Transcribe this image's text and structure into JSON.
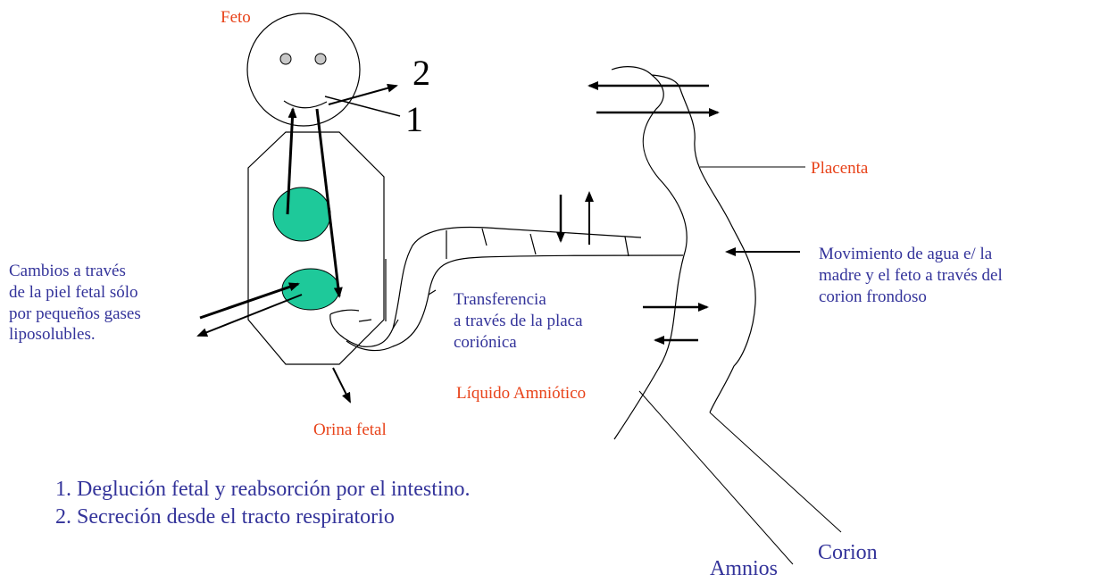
{
  "labels": {
    "feto": "Feto",
    "num_2": "2",
    "num_1": "1",
    "placenta": "Placenta",
    "cambios": [
      "Cambios a través",
      "de la piel fetal sólo",
      "por pequeños gases",
      "liposolubles."
    ],
    "movimiento": [
      "Movimiento de agua e/ la",
      "madre y el feto a través del",
      "corion frondoso"
    ],
    "transferencia": [
      "Transferencia",
      "a través de la placa",
      "coriónica"
    ],
    "liquido": "Líquido Amniótico",
    "orina": "Orina fetal",
    "corion": "Corion",
    "amnios": "Amnios"
  },
  "legend": [
    "1.  Deglución fetal y reabsorción por el intestino.",
    "2.  Secreción desde el tracto respiratorio"
  ],
  "colors": {
    "red": "#e8431a",
    "blue": "#33339a",
    "organ_fill": "#1ec99a",
    "eye_fill": "#c8c8c8"
  }
}
